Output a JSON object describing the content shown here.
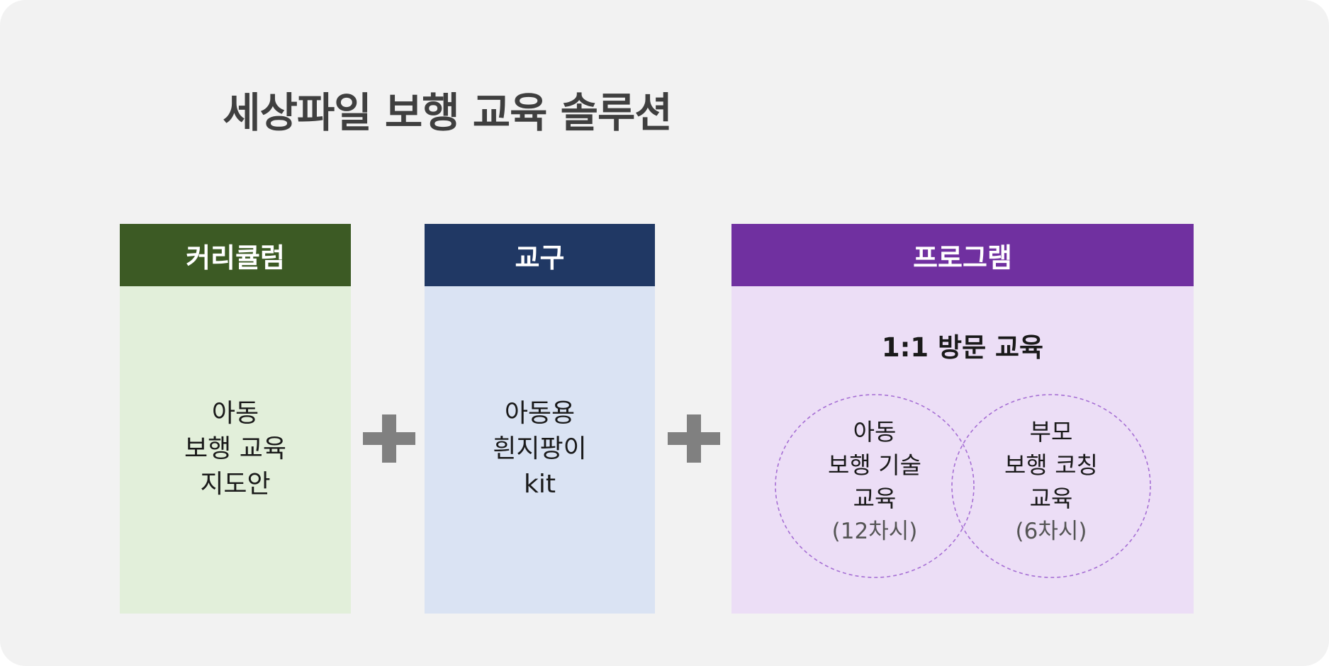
{
  "title": "세상파일 보행 교육 솔루션",
  "colors": {
    "background": "#f2f2f2",
    "title": "#3f3f3f",
    "curriculum_header": "#3c5a24",
    "curriculum_body": "#e2efda",
    "tool_header": "#203864",
    "tool_body": "#dae3f3",
    "program_header": "#7030a0",
    "program_body": "#ecdef6",
    "plus": "#808080",
    "circle_stroke": "#a66fd4"
  },
  "curriculum": {
    "header": "커리큘럼",
    "lines": [
      "아동",
      "보행 교육",
      "지도안"
    ]
  },
  "tool": {
    "header": "교구",
    "lines": [
      "아동용",
      "흰지팡이",
      "kit"
    ]
  },
  "program": {
    "header": "프로그램",
    "subtitle": "1:1 방문 교육",
    "child_circle": {
      "lines": [
        "아동",
        "보행 기술",
        "교육"
      ],
      "sessions": "(12차시)"
    },
    "parent_circle": {
      "lines": [
        "부모",
        "보행 코칭",
        "교육"
      ],
      "sessions": "(6차시)"
    }
  },
  "plus_icon": "plus-icon"
}
